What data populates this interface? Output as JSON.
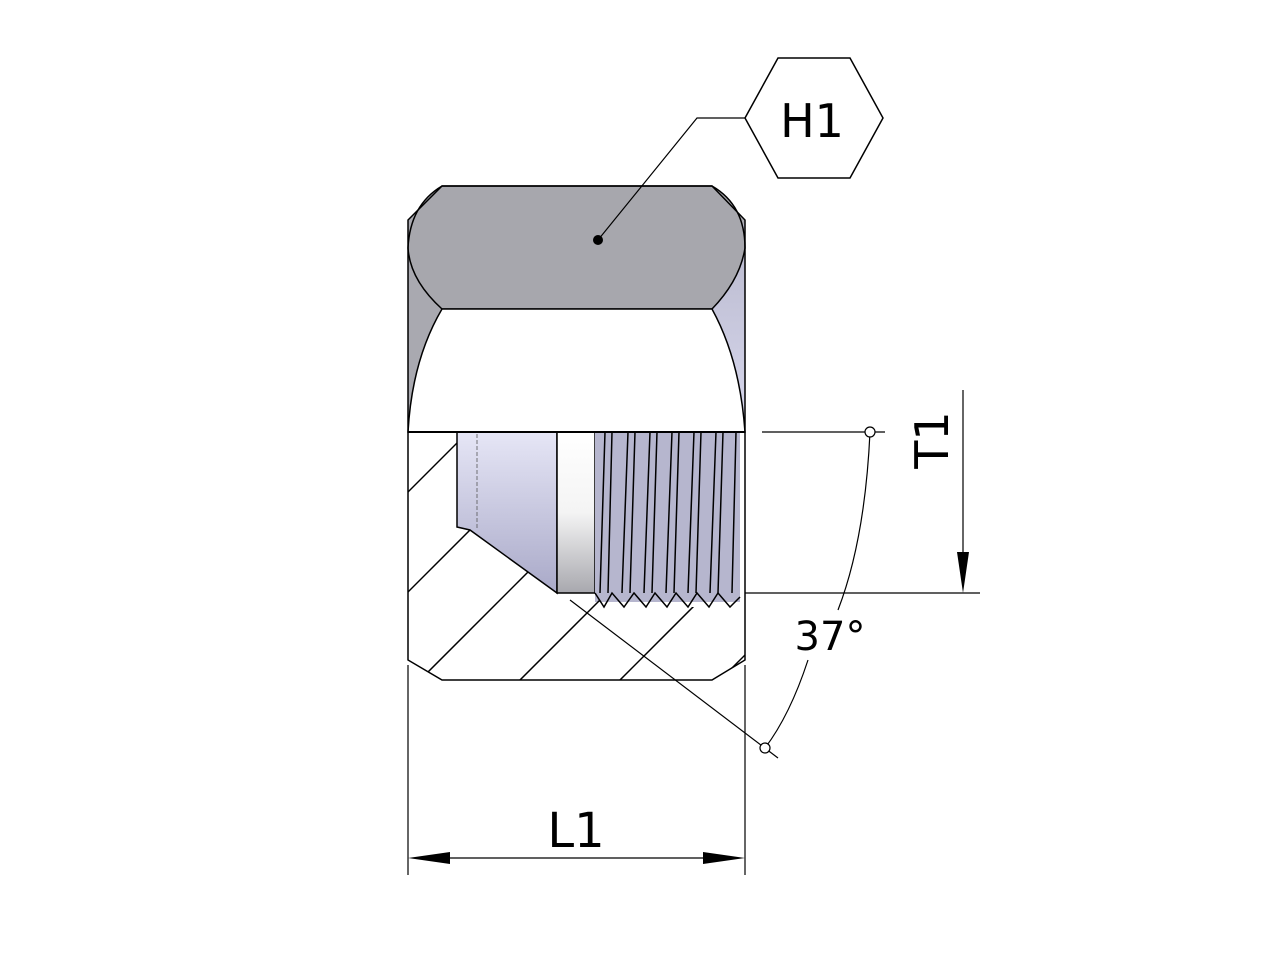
{
  "drawing": {
    "hex_label": "H1",
    "thread_depth_label": "T1",
    "angle_label": "37°",
    "length_label": "L1"
  },
  "colors": {
    "hex_face": "#a7a7ad",
    "flank": "#c4c4dc",
    "thread": "#b4b4cc",
    "line": "#000000"
  }
}
